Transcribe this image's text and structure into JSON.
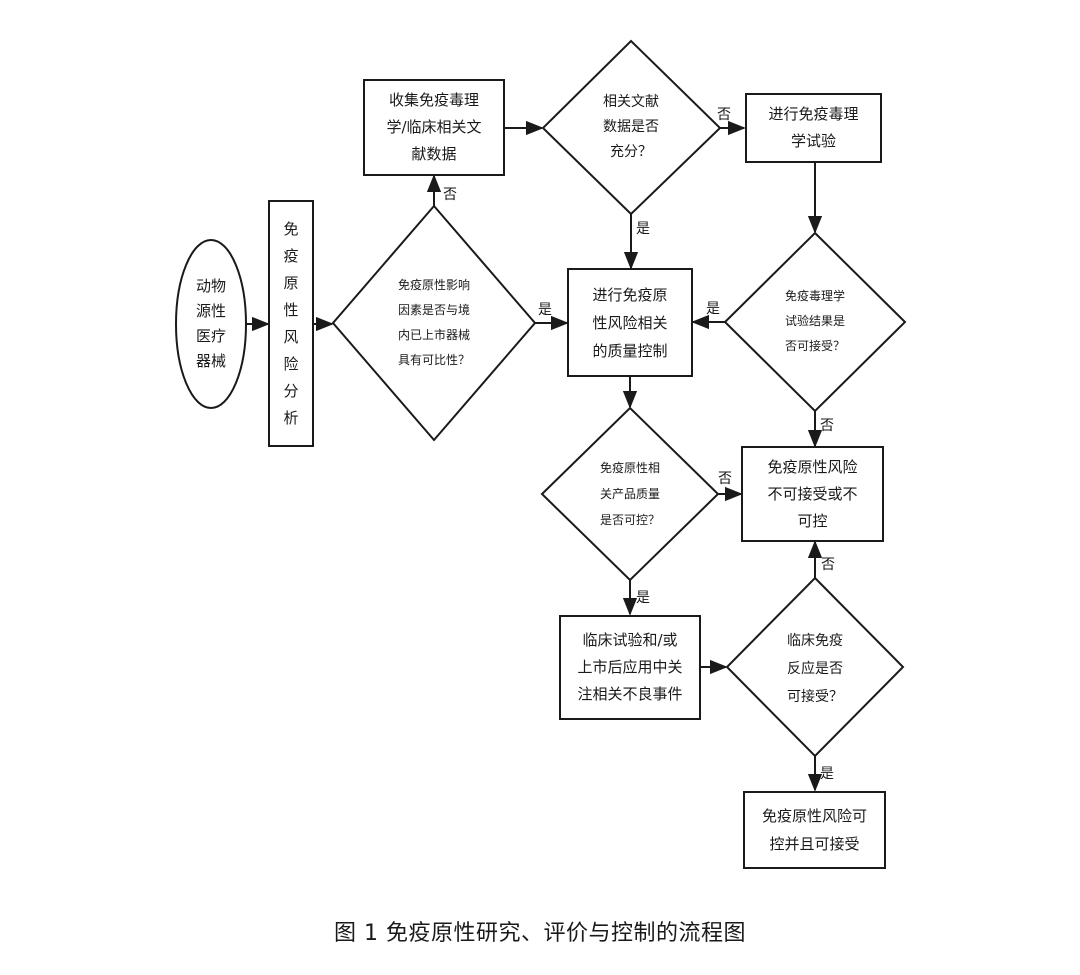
{
  "nodes": {
    "start": [
      "动物",
      "源性",
      "医疗",
      "器械"
    ],
    "analysis": [
      "免",
      "疫",
      "原",
      "性",
      "风",
      "险",
      "分",
      "析"
    ],
    "comparable": [
      "免疫原性影响",
      "因素是否与境",
      "内已上市器械",
      "具有可比性？"
    ],
    "collect": [
      "收集免疫毒理",
      "学/临床相关文",
      "献数据"
    ],
    "sufficient": [
      "相关文献",
      "数据是否",
      "充分？"
    ],
    "tox_test": [
      "进行免疫毒理",
      "学试验"
    ],
    "quality_control": [
      "进行免疫原",
      "性风险相关",
      "的质量控制"
    ],
    "tox_result": [
      "免疫毒理学",
      "试验结果是",
      "否可接受？"
    ],
    "product_quality": [
      "免疫原性相",
      "关产品质量",
      "是否可控？"
    ],
    "unacceptable": [
      "免疫原性风险",
      "不可接受或不",
      "可控"
    ],
    "clinical": [
      "临床试验和/或",
      "上市后应用中关",
      "注相关不良事件"
    ],
    "clinical_reaction": [
      "临床免疫",
      "反应是否",
      "可接受？"
    ],
    "acceptable": [
      "免疫原性风险可",
      "控并且可接受"
    ]
  },
  "edge_labels": {
    "comparable_no": "否",
    "comparable_yes": "是",
    "sufficient_no": "否",
    "sufficient_yes": "是",
    "tox_yes": "是",
    "tox_no": "否",
    "quality_no": "否",
    "quality_yes": "是",
    "reaction_no": "否",
    "reaction_yes": "是"
  },
  "caption": "图 1  免疫原性研究、评价与控制的流程图"
}
